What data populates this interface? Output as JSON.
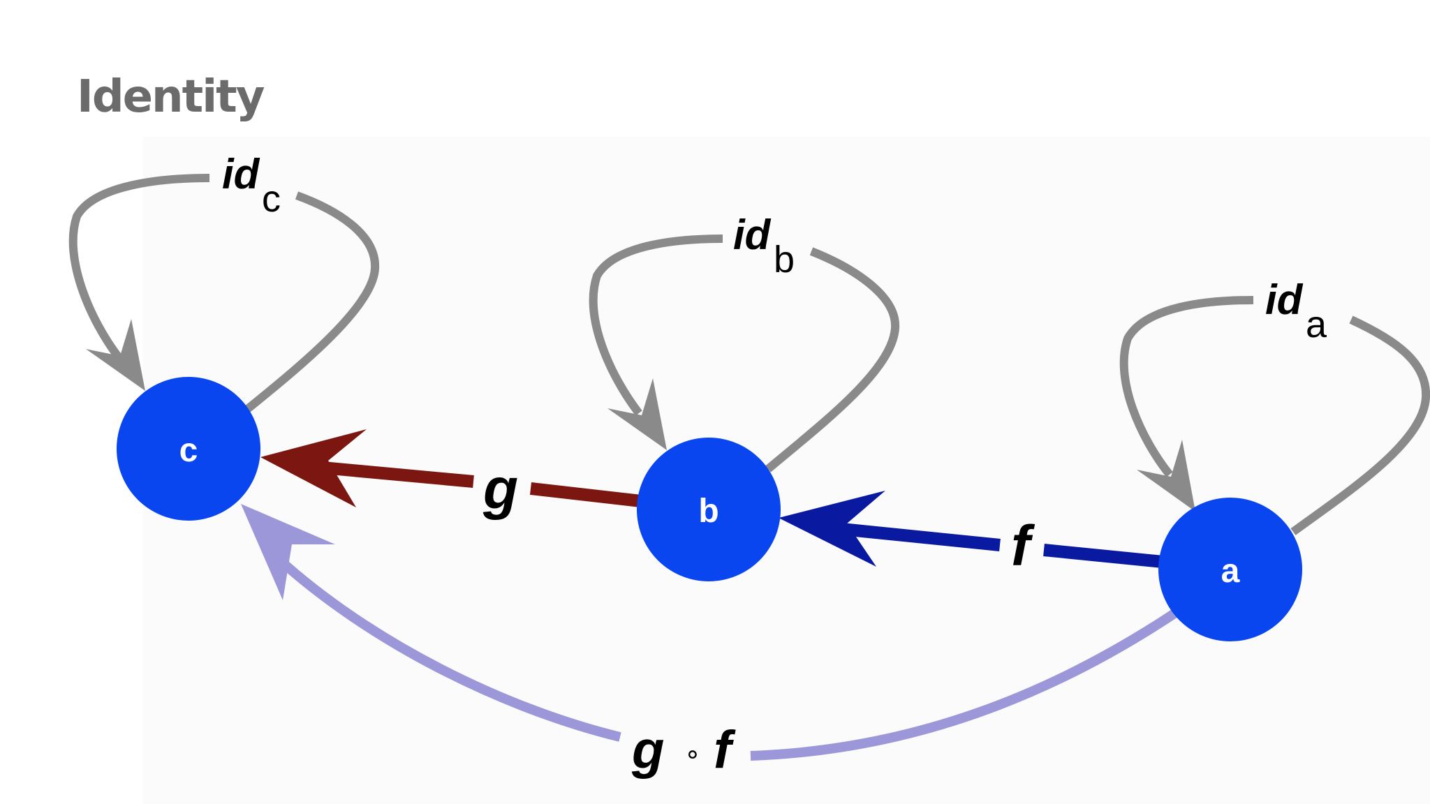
{
  "title": "Identity",
  "nodes": {
    "c": {
      "label": "c"
    },
    "b": {
      "label": "b"
    },
    "a": {
      "label": "a"
    }
  },
  "identity_arrows": {
    "c": {
      "main": "id",
      "sub": "c"
    },
    "b": {
      "main": "id",
      "sub": "b"
    },
    "a": {
      "main": "id",
      "sub": "a"
    }
  },
  "morphisms": {
    "g": {
      "label": "g",
      "color": "#7b1710"
    },
    "f": {
      "label": "f",
      "color": "#0a1aa0"
    },
    "gf": {
      "left": "g",
      "op": "∘",
      "right": "f",
      "color": "#9b97d8"
    }
  },
  "colors": {
    "node": "#0a46f0",
    "identity": "#8a8a8a",
    "title": "#6b6b6b"
  }
}
